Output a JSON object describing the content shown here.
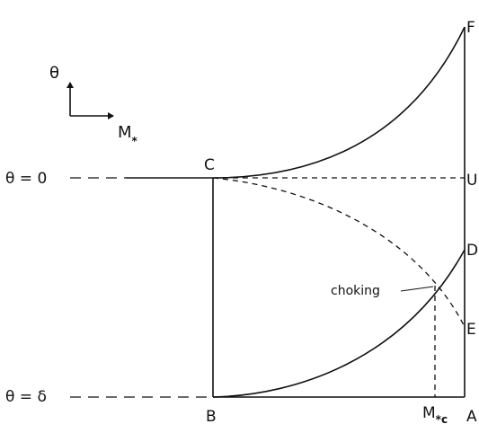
{
  "axes": {
    "vertical_symbol": "θ",
    "horizontal_symbol": "M",
    "horizontal_subscript": "*"
  },
  "levels": {
    "theta_zero": "θ = 0",
    "theta_delta": "θ = δ"
  },
  "points": {
    "A": "A",
    "B": "B",
    "C": "C",
    "D": "D",
    "E": "E",
    "F": "F",
    "U": "U"
  },
  "marker": {
    "symbol": "M",
    "subscript": "*c"
  },
  "annotation": "choking"
}
